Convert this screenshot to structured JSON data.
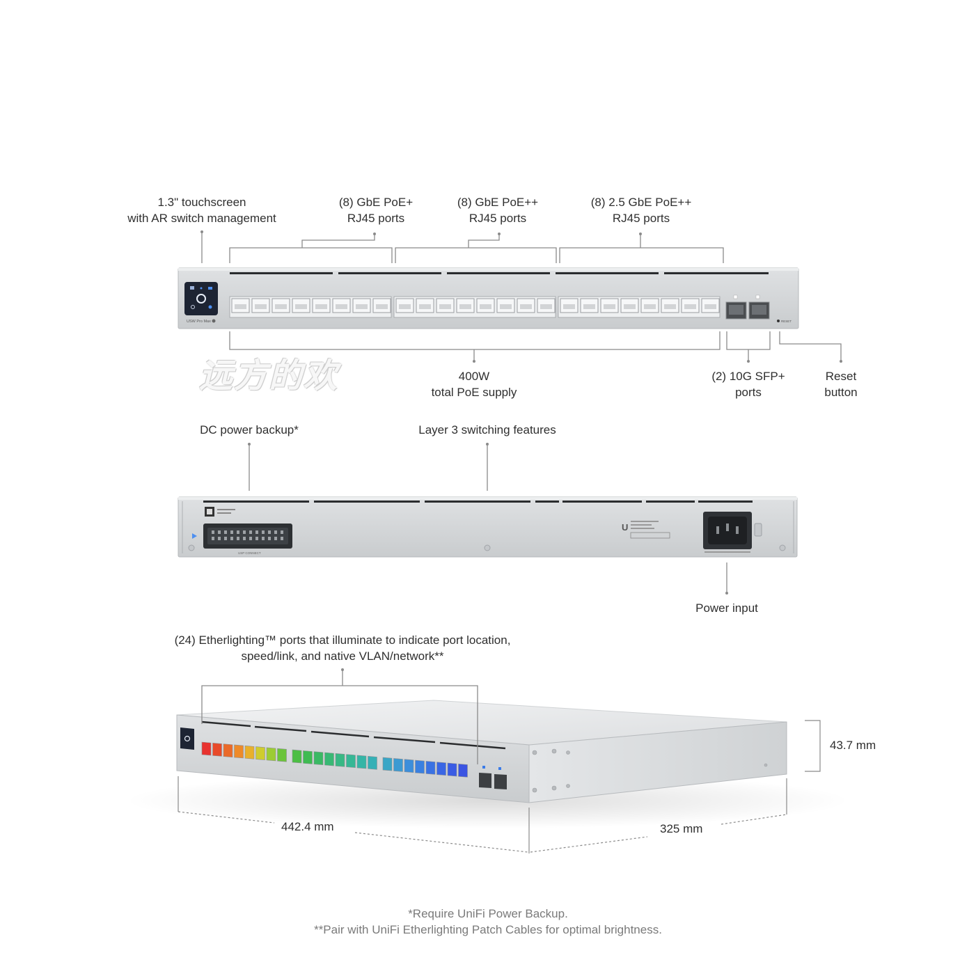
{
  "front_labels": {
    "touchscreen": [
      "1.3\" touchscreen",
      "with AR switch management"
    ],
    "gbe_poe_plus": [
      "(8) GbE PoE+",
      "RJ45 ports"
    ],
    "gbe_poe_plusplus": [
      "(8) GbE PoE++",
      "RJ45 ports"
    ],
    "ge25_poe_plusplus": [
      "(8) 2.5 GbE PoE++",
      "RJ45 ports"
    ],
    "poe_supply": [
      "400W",
      "total PoE supply"
    ],
    "sfp": [
      "(2) 10G SFP+",
      "ports"
    ],
    "reset": [
      "Reset",
      "button"
    ]
  },
  "device_text": {
    "model": "USW Pro Max",
    "reset": "RESET",
    "connector": "USP CONNECT"
  },
  "rear_labels": {
    "dc_backup": "DC power backup*",
    "layer3": "Layer 3 switching features",
    "power_input": "Power input"
  },
  "iso_labels": {
    "etherlighting": [
      "(24) Etherlighting™ ports that illuminate to indicate port location,",
      "speed/link, and native VLAN/network**"
    ],
    "height": "43.7 mm",
    "width": "442.4 mm",
    "depth": "325 mm"
  },
  "watermark": "远方的欢",
  "footnotes": [
    "*Require UniFi Power Backup.",
    "**Pair with UniFi Etherlighting Patch Cables for optimal brightness."
  ],
  "colors": {
    "chassis": "#d4d6d8",
    "chassis_edge": "#b9bcbf",
    "leader": "#8a8a8a",
    "screen": "#1d2433",
    "led_spectrum": [
      "#e8322f",
      "#e84a2a",
      "#ea6a2a",
      "#ee8a2a",
      "#e9b02c",
      "#cfcc2e",
      "#9ccc34",
      "#6cc43a",
      "#4cbe44",
      "#3fbb52",
      "#3bb964",
      "#39b874",
      "#38b884",
      "#36b795",
      "#35b5a6",
      "#35b0b6",
      "#3aa6c6",
      "#3c9ad2",
      "#3c8edb",
      "#3a80e0",
      "#3a72e3",
      "#3a66e4",
      "#3a5ce4",
      "#3a54e2"
    ]
  }
}
